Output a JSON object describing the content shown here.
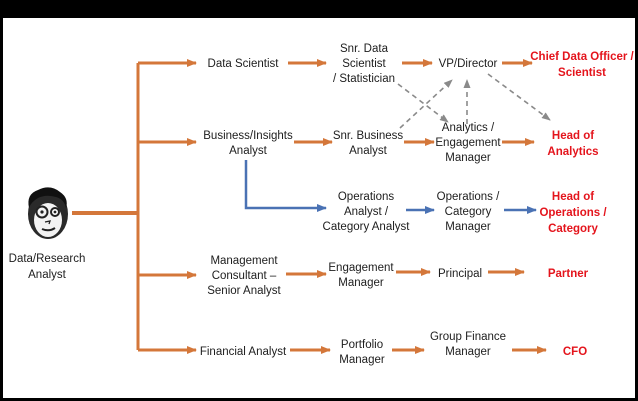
{
  "colors": {
    "orange": "#d4773a",
    "blue": "#4a72b4",
    "gray": "#8a8a8a",
    "red": "#e4141c",
    "text": "#1d1d1d"
  },
  "root": {
    "icon": "analyst-face-icon",
    "label": [
      "Data/Research",
      "Analyst"
    ]
  },
  "nodes": {
    "data_scientist": {
      "lines": [
        "Data Scientist"
      ],
      "style": "dark"
    },
    "snr_data_scientist": {
      "lines": [
        "Snr. Data",
        "Scientist",
        "/ Statistician"
      ],
      "style": "dark"
    },
    "vp_director": {
      "lines": [
        "VP/Director"
      ],
      "style": "dark"
    },
    "chief_data_officer": {
      "lines": [
        "Chief Data Officer /",
        "Scientist"
      ],
      "style": "red"
    },
    "business_insights": {
      "lines": [
        "Business/Insights",
        "Analyst"
      ],
      "style": "dark"
    },
    "snr_business_analyst": {
      "lines": [
        "Snr. Business",
        "Analyst"
      ],
      "style": "dark"
    },
    "analytics_manager": {
      "lines": [
        "Analytics /",
        "Engagement",
        "Manager"
      ],
      "style": "dark"
    },
    "head_of_analytics": {
      "lines": [
        "Head of",
        "Analytics"
      ],
      "style": "red"
    },
    "operations_analyst": {
      "lines": [
        "Operations",
        "Analyst /",
        "Category Analyst"
      ],
      "style": "dark"
    },
    "operations_manager": {
      "lines": [
        "Operations /",
        "Category",
        "Manager"
      ],
      "style": "dark"
    },
    "head_of_operations": {
      "lines": [
        "Head of",
        "Operations /",
        "Category"
      ],
      "style": "red"
    },
    "management_consultant": {
      "lines": [
        "Management",
        "Consultant –",
        "Senior Analyst"
      ],
      "style": "dark"
    },
    "engagement_manager": {
      "lines": [
        "Engagement",
        "Manager"
      ],
      "style": "dark"
    },
    "principal": {
      "lines": [
        "Principal"
      ],
      "style": "dark"
    },
    "partner": {
      "lines": [
        "Partner"
      ],
      "style": "red"
    },
    "financial_analyst": {
      "lines": [
        "Financial Analyst"
      ],
      "style": "dark"
    },
    "portfolio_manager": {
      "lines": [
        "Portfolio",
        "Manager"
      ],
      "style": "dark"
    },
    "group_finance_manager": {
      "lines": [
        "Group Finance",
        "Manager"
      ],
      "style": "dark"
    },
    "cfo": {
      "lines": [
        "CFO"
      ],
      "style": "red"
    }
  },
  "edges": [
    {
      "from": "root",
      "to": "data_scientist",
      "kind": "orange"
    },
    {
      "from": "root",
      "to": "business_insights",
      "kind": "orange"
    },
    {
      "from": "root",
      "to": "management_consultant",
      "kind": "orange"
    },
    {
      "from": "root",
      "to": "financial_analyst",
      "kind": "orange"
    },
    {
      "from": "data_scientist",
      "to": "snr_data_scientist",
      "kind": "orange"
    },
    {
      "from": "snr_data_scientist",
      "to": "vp_director",
      "kind": "orange"
    },
    {
      "from": "vp_director",
      "to": "chief_data_officer",
      "kind": "orange"
    },
    {
      "from": "business_insights",
      "to": "snr_business_analyst",
      "kind": "orange"
    },
    {
      "from": "snr_business_analyst",
      "to": "analytics_manager",
      "kind": "orange"
    },
    {
      "from": "analytics_manager",
      "to": "head_of_analytics",
      "kind": "orange"
    },
    {
      "from": "business_insights",
      "to": "operations_analyst",
      "kind": "blue"
    },
    {
      "from": "operations_analyst",
      "to": "operations_manager",
      "kind": "blue"
    },
    {
      "from": "operations_manager",
      "to": "head_of_operations",
      "kind": "blue"
    },
    {
      "from": "management_consultant",
      "to": "engagement_manager",
      "kind": "orange"
    },
    {
      "from": "engagement_manager",
      "to": "principal",
      "kind": "orange"
    },
    {
      "from": "principal",
      "to": "partner",
      "kind": "orange"
    },
    {
      "from": "financial_analyst",
      "to": "portfolio_manager",
      "kind": "orange"
    },
    {
      "from": "portfolio_manager",
      "to": "group_finance_manager",
      "kind": "orange"
    },
    {
      "from": "group_finance_manager",
      "to": "cfo",
      "kind": "orange"
    },
    {
      "from": "snr_data_scientist",
      "to": "analytics_manager",
      "kind": "dashed"
    },
    {
      "from": "snr_business_analyst",
      "to": "vp_director",
      "kind": "dashed"
    },
    {
      "from": "analytics_manager",
      "to": "vp_director",
      "kind": "dashed"
    },
    {
      "from": "vp_director",
      "to": "head_of_analytics",
      "kind": "dashed"
    }
  ]
}
